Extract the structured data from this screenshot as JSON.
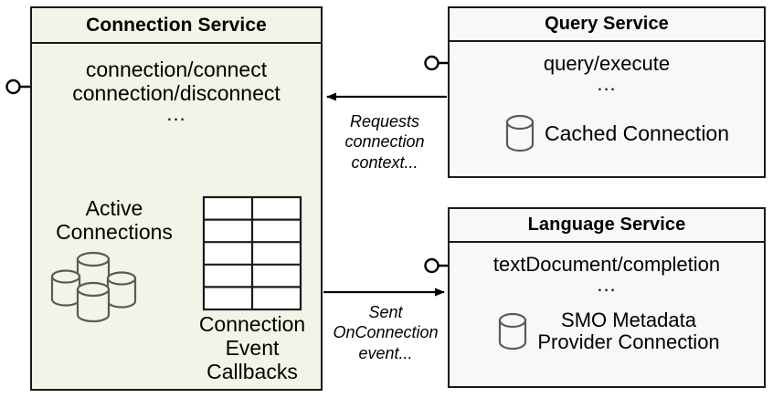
{
  "diagram": {
    "type": "component-architecture",
    "background_color": "#ffffff",
    "stroke_color": "#1a1a1a"
  },
  "components": {
    "connection_service": {
      "title": "Connection Service",
      "fill_color": "#f2f4e8",
      "endpoints": [
        "connection/connect",
        "connection/disconnect"
      ],
      "endpoints_ellipsis": "...",
      "artifacts": {
        "active_connections": {
          "label_line1": "Active",
          "label_line2": "Connections",
          "icon": "database-cluster-icon",
          "cylinder_count": 4
        },
        "connection_event_callbacks": {
          "label_line1": "Connection",
          "label_line2": "Event",
          "label_line3": "Callbacks",
          "icon": "table-grid-icon",
          "table_rows": 5,
          "table_columns": 2
        }
      },
      "provided_interface": "lollipop-socket-left"
    },
    "query_service": {
      "title": "Query Service",
      "fill_color": "#f7f8fa",
      "endpoints": [
        "query/execute"
      ],
      "endpoints_ellipsis": "...",
      "artifacts": {
        "cached_connection": {
          "label": "Cached Connection",
          "icon": "database-cylinder-icon"
        }
      },
      "provided_interface": "lollipop-socket-left"
    },
    "language_service": {
      "title": "Language Service",
      "fill_color": "#f7f8fa",
      "endpoints": [
        "textDocument/completion"
      ],
      "endpoints_ellipsis": "...",
      "artifacts": {
        "smo_metadata_provider": {
          "label_line1": "SMO Metadata",
          "label_line2": "Provider Connection",
          "icon": "database-cylinder-icon"
        }
      },
      "provided_interface": "lollipop-socket-left"
    }
  },
  "edges": [
    {
      "name": "query-to-connection",
      "from": "query_service",
      "to": "connection_service",
      "direction": "right-to-left",
      "label_line1": "Requests",
      "label_line2": "connection",
      "label_line3": "context..."
    },
    {
      "name": "connection-to-language",
      "from": "connection_service",
      "to": "language_service",
      "direction": "left-to-right",
      "label_line1": "Sent",
      "label_line2": "OnConnection",
      "label_line3": "event..."
    }
  ]
}
